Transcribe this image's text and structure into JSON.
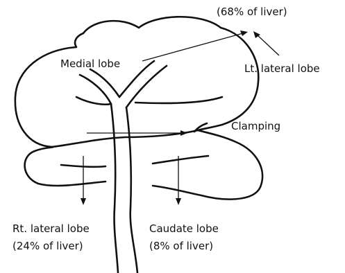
{
  "labels": {
    "lt_lateral_pct": "(68% of liver)",
    "medial_lobe": "Medial lobe",
    "lt_lateral_lobe": "Lt. lateral lobe",
    "clamping": "Clamping",
    "rt_lateral_lobe": "Rt. lateral lobe",
    "rt_lateral_pct": "(24% of liver)",
    "caudate_lobe": "Caudate lobe",
    "caudate_pct": "(8% of liver)"
  }
}
